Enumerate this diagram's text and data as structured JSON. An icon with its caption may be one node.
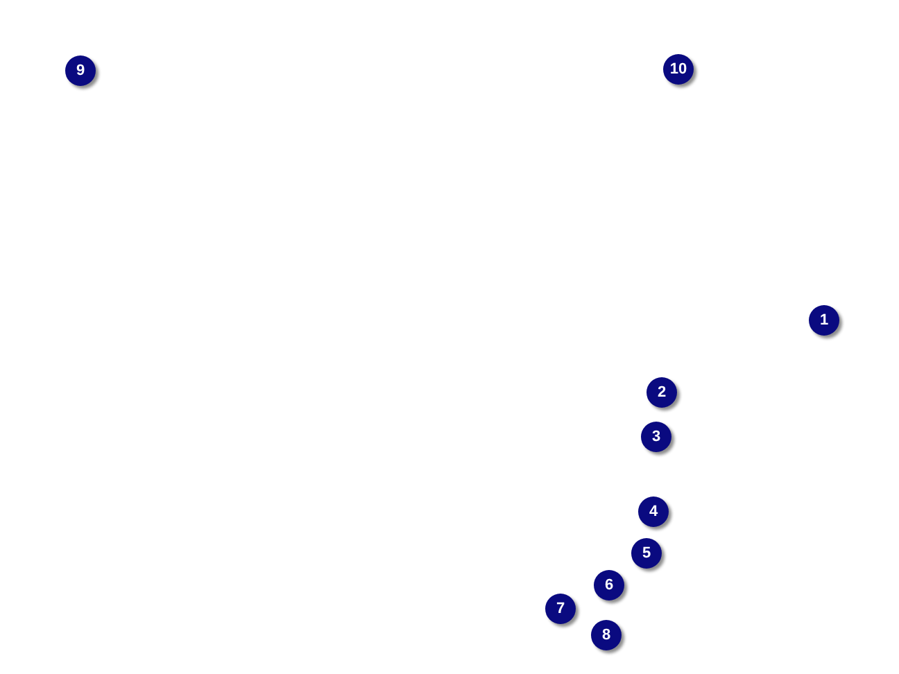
{
  "diagram": {
    "nodes": [
      {
        "text": [
          "9"
        ]
      },
      {
        "text": [
          "10"
        ]
      },
      {
        "text": [
          "1"
        ]
      },
      {
        "text": [
          "2"
        ]
      },
      {
        "text": [
          "3"
        ]
      },
      {
        "text": [
          "4"
        ]
      },
      {
        "text": [
          "5"
        ]
      },
      {
        "text": [
          "6"
        ]
      },
      {
        "text": [
          "7"
        ]
      },
      {
        "text": [
          "8"
        ]
      }
    ]
  }
}
